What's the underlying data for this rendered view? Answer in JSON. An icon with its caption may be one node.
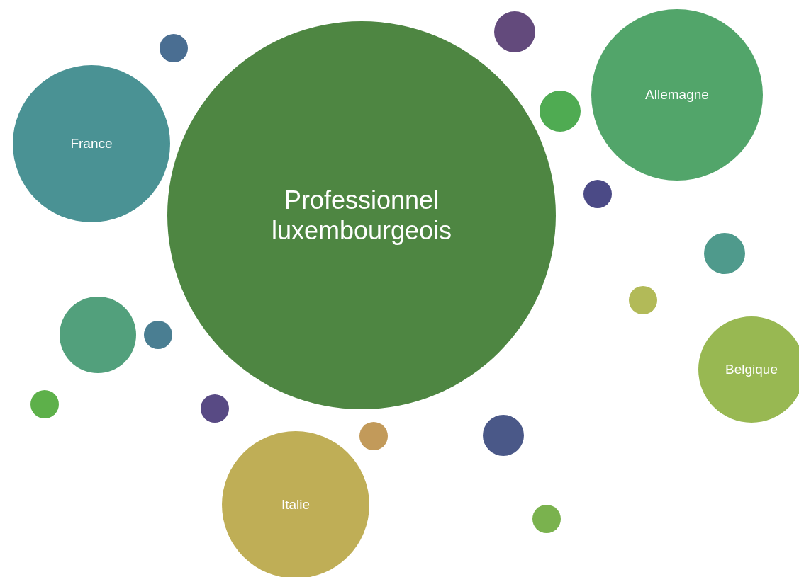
{
  "diagram": {
    "nodes": [
      {
        "text": [],
        "shape": "circle"
      },
      {
        "text": [],
        "shape": "circle"
      },
      {
        "text": [
          "Allemagne"
        ]
      },
      {
        "text": [],
        "shape": "circle"
      },
      {
        "text": [
          "France"
        ]
      },
      {
        "text": [],
        "shape": "circle"
      },
      {
        "text": [
          "Professionnel luxembourgeois"
        ]
      },
      {
        "text": [],
        "shape": "circle"
      },
      {
        "text": [],
        "shape": "circle"
      },
      {
        "text": [],
        "shape": "circle"
      },
      {
        "text": [],
        "shape": "circle"
      },
      {
        "text": [
          "Belgique"
        ]
      },
      {
        "text": [],
        "shape": "circle"
      },
      {
        "text": [],
        "shape": "circle"
      },
      {
        "text": [],
        "shape": "circle"
      },
      {
        "text": [],
        "shape": "circle"
      },
      {
        "text": [
          "Italie"
        ]
      },
      {
        "text": [],
        "shape": "circle"
      }
    ]
  }
}
